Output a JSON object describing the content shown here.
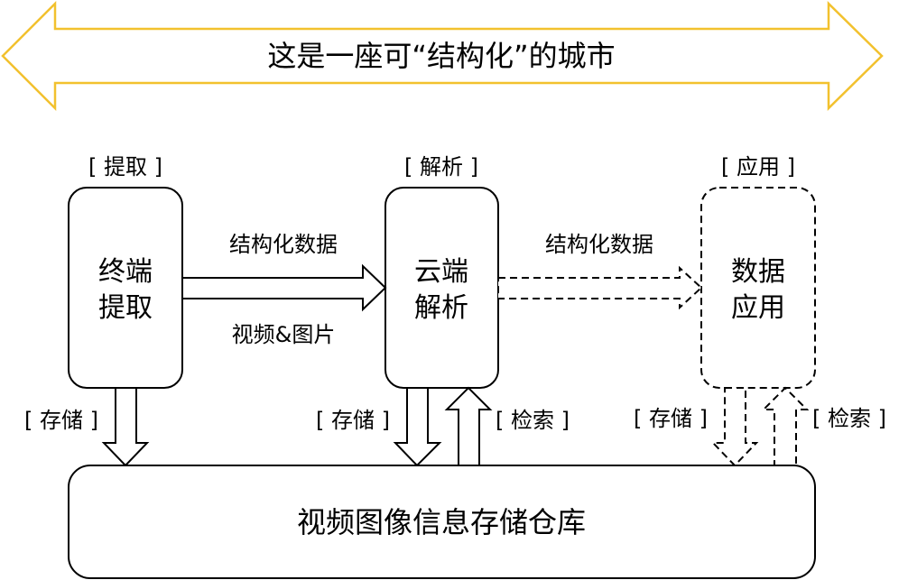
{
  "banner": {
    "title": "这是一座可“结构化”的城市",
    "color": "#F2C12E"
  },
  "stages": [
    {
      "bracket": "[ 提取 ]",
      "line1": "终端",
      "line2": "提取",
      "style": "solid"
    },
    {
      "bracket": "[ 解析 ]",
      "line1": "云端",
      "line2": "解析",
      "style": "solid"
    },
    {
      "bracket": "[ 应用 ]",
      "line1": "数据",
      "line2": "应用",
      "style": "dashed"
    }
  ],
  "flows": {
    "extract_to_parse": {
      "top_label": "结构化数据",
      "bottom_label": "视频&图片"
    },
    "parse_to_apply": {
      "top_label": "结构化数据"
    }
  },
  "vertical_labels": {
    "extract_store": "[ 存储 ]",
    "parse_store": "[ 存储 ]",
    "parse_search": "[ 检索 ]",
    "apply_store": "[ 存储 ]",
    "apply_search": "[ 检索 ]"
  },
  "warehouse": {
    "label": "视频图像信息存储仓库"
  }
}
